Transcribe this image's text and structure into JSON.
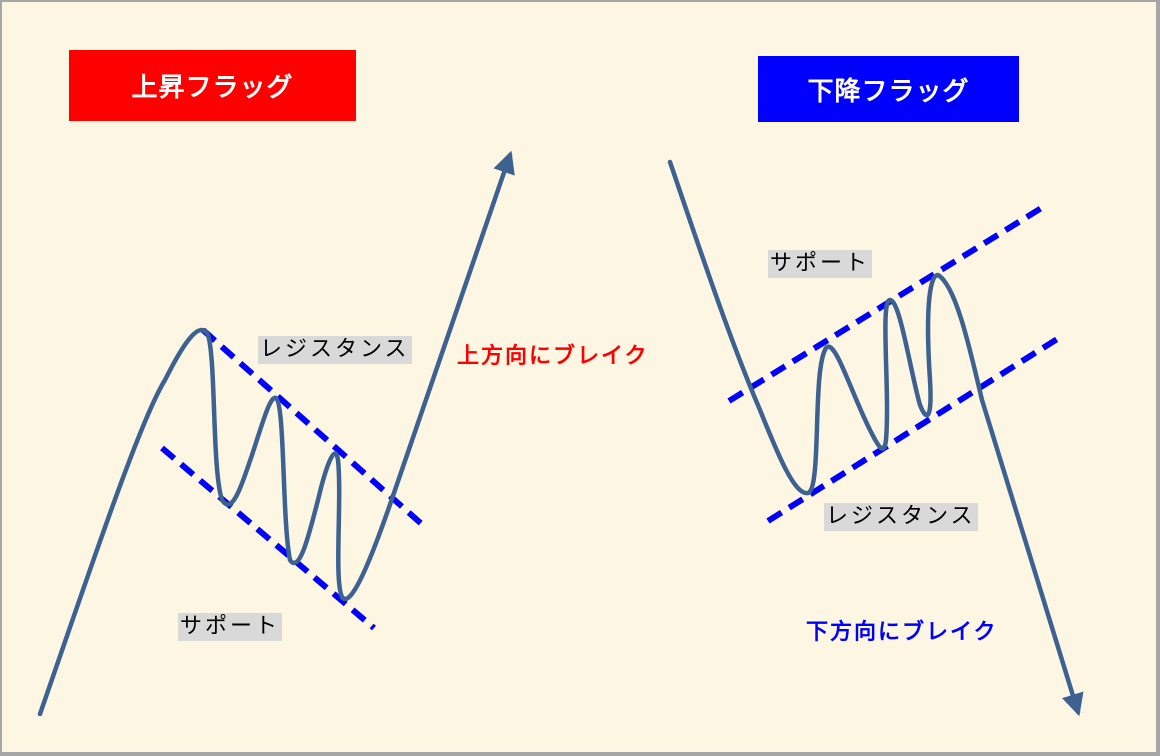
{
  "colors": {
    "background": "#fdf6e3",
    "bullish": "#ff0000",
    "bearish": "#0000ff",
    "price_line": "#3d6190",
    "trendline": "#0000ff",
    "label_bg": "#d9d9d9"
  },
  "bull_flag": {
    "title": "上昇フラッグ",
    "resistance_label": "レジスタンス",
    "support_label": "サポート",
    "break_label": "上方向にブレイク"
  },
  "bear_flag": {
    "title": "下降フラッグ",
    "support_label": "サポート",
    "resistance_label": "レジスタンス",
    "break_label": "下方向にブレイク"
  }
}
